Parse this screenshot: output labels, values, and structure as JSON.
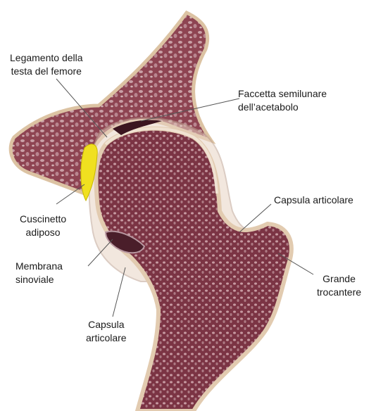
{
  "labels": {
    "legamento": [
      "Legamento della",
      "testa del femore"
    ],
    "faccetta": [
      "Faccetta semilunare",
      "dell’acetabolo"
    ],
    "capsula_dx": [
      "Capsula articolare"
    ],
    "cuscinetto": [
      "Cuscinetto",
      "adiposo"
    ],
    "membrana": [
      "Membrana",
      "sinoviale"
    ],
    "grande": [
      "Grande",
      "trocantere"
    ],
    "capsula_sx": [
      "Capsula",
      "articolare"
    ]
  },
  "colors": {
    "bone_fill": "#8e4452",
    "bone_edge": "#d9c0a0",
    "fat_pad": "#f0e020",
    "leader": "#555555"
  }
}
